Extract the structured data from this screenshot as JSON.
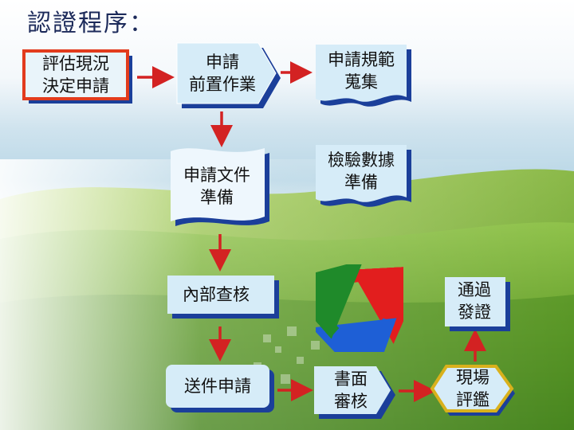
{
  "title": "認證程序：",
  "colors": {
    "node_fill": "#d6ecf8",
    "node_fill_light": "#eef7fd",
    "node_shadow": "#1b3f9a",
    "arrow_red": "#d32222",
    "highlight_border": "#e23b1d",
    "highlight_fill": "#e9f4fa",
    "gold": "#d9b11c"
  },
  "nodes": {
    "evaluate": "評估現況\n決定申請",
    "prep": "申請\n前置作業",
    "specs": "申請規範\n蒐集",
    "docs": "申請文件\n準備",
    "testdata": "檢驗數據\n準備",
    "audit": "內部查核",
    "submit": "送件申請",
    "review": "書面\n審核",
    "onsite": "現場\n評鑑",
    "cert": "通過\n發證"
  },
  "icons": {
    "cycle": "recycle-cycle-icon"
  }
}
